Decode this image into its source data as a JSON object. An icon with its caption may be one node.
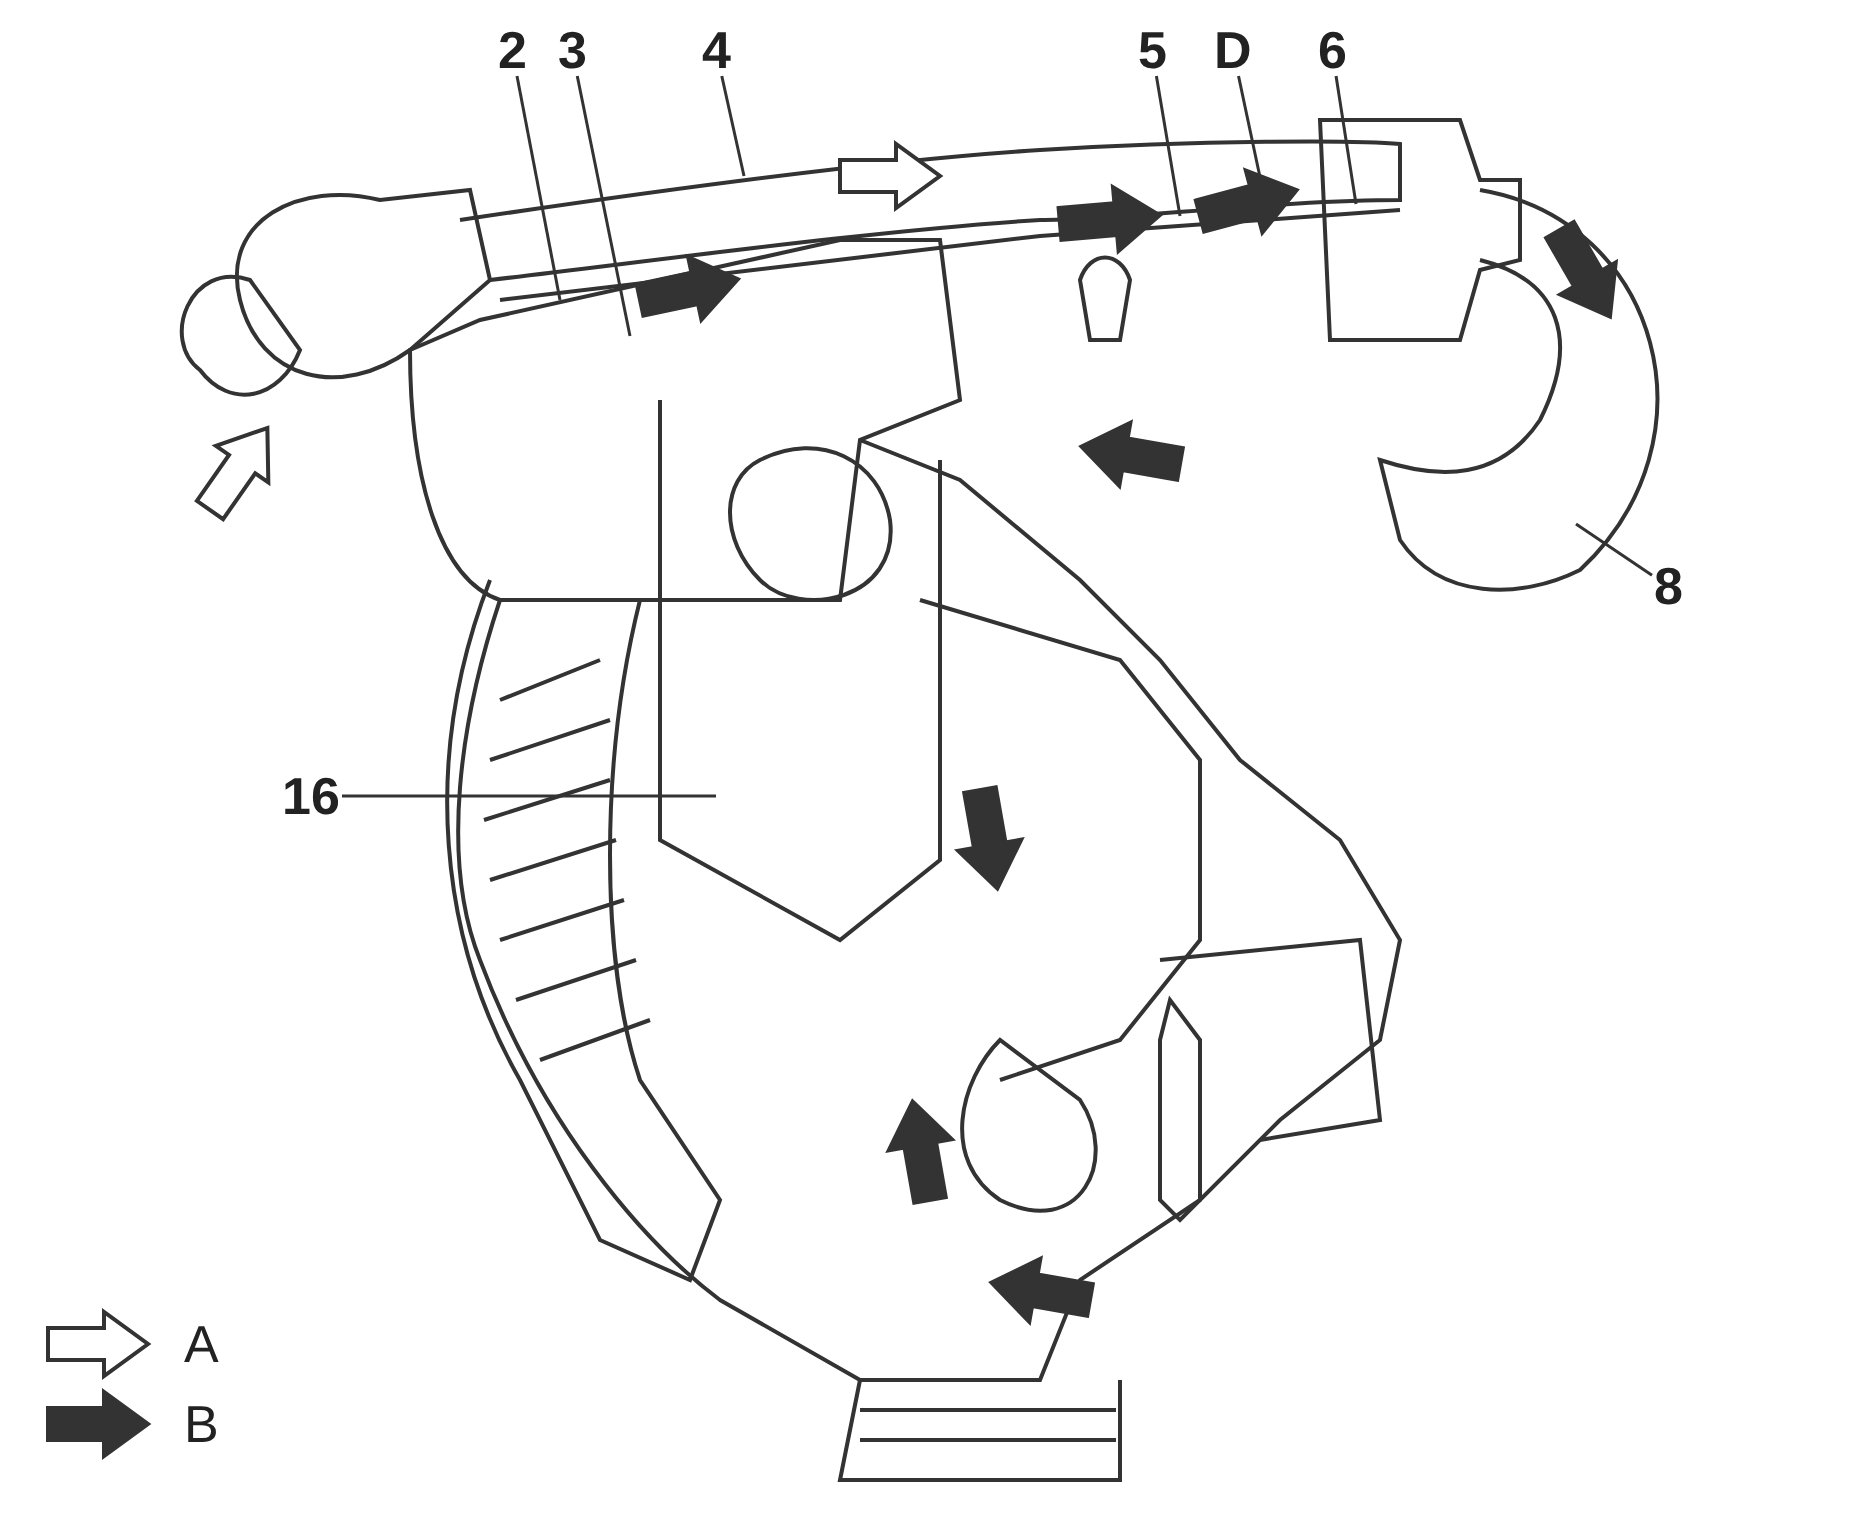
{
  "diagram": {
    "nodes": [
      {
        "text": [
          "2"
        ]
      },
      {
        "text": [
          "3"
        ]
      },
      {
        "text": [
          "4"
        ]
      },
      {
        "text": [
          "5"
        ]
      },
      {
        "text": [
          "D"
        ]
      },
      {
        "text": [
          "6"
        ]
      },
      {
        "text": [
          "8"
        ]
      },
      {
        "text": [
          "16"
        ]
      }
    ],
    "edges": [
      {
        "from": 0,
        "to": null,
        "arrow": "none"
      },
      {
        "from": 1,
        "to": null,
        "arrow": "none"
      },
      {
        "from": 2,
        "to": null,
        "arrow": "none"
      },
      {
        "from": 3,
        "to": null,
        "arrow": "none"
      },
      {
        "from": 4,
        "to": null,
        "arrow": "none"
      },
      {
        "from": 5,
        "to": null,
        "arrow": "none"
      },
      {
        "from": 6,
        "to": null,
        "arrow": "none"
      },
      {
        "from": 7,
        "to": null,
        "arrow": "none"
      }
    ],
    "legend": [
      {
        "text": "A"
      },
      {
        "text": "B"
      }
    ]
  }
}
